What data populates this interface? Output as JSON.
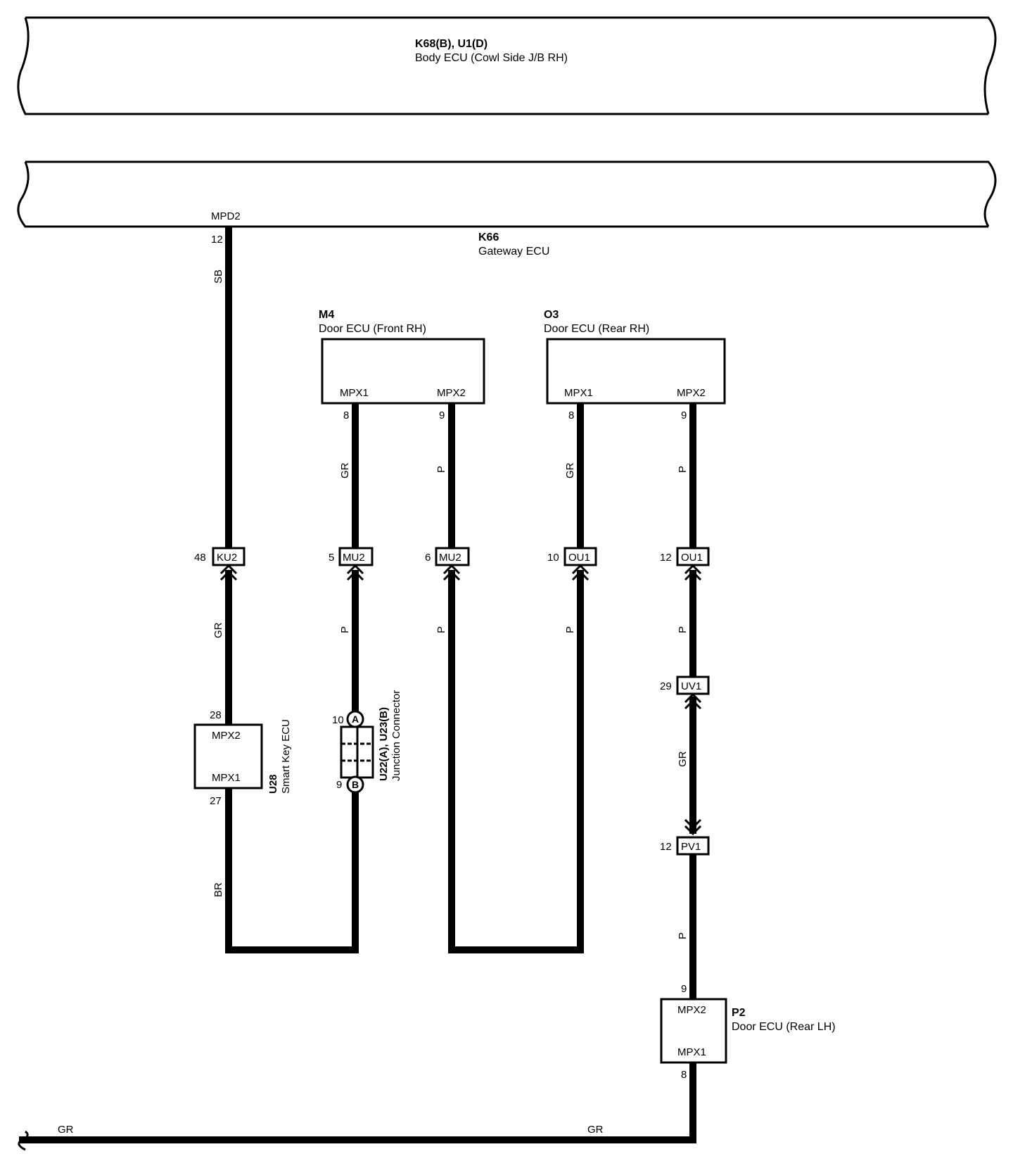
{
  "components": {
    "body_ecu": {
      "code": "K68(B), U1(D)",
      "name": "Body ECU (Cowl Side J/B RH)"
    },
    "gateway_ecu": {
      "code": "K66",
      "name": "Gateway ECU",
      "pin_name": "MPD2",
      "pin_no": "12"
    },
    "door_ecu_front_rh": {
      "code": "M4",
      "name": "Door ECU (Front RH)",
      "pin1_name": "MPX1",
      "pin1_no": "8",
      "pin2_name": "MPX2",
      "pin2_no": "9"
    },
    "door_ecu_rear_rh": {
      "code": "O3",
      "name": "Door ECU (Rear RH)",
      "pin1_name": "MPX1",
      "pin1_no": "8",
      "pin2_name": "MPX2",
      "pin2_no": "9"
    },
    "smart_key_ecu": {
      "code": "U28",
      "name": "Smart Key ECU",
      "pin_top_name": "MPX2",
      "pin_top_no": "28",
      "pin_bot_name": "MPX1",
      "pin_bot_no": "27"
    },
    "junction_connector": {
      "code": "U22(A), U23(B)",
      "name": "Junction Connector",
      "pin_a": "A",
      "pin_a_no": "10",
      "pin_b": "B",
      "pin_b_no": "9"
    },
    "door_ecu_rear_lh": {
      "code": "P2",
      "name": "Door ECU (Rear LH)",
      "pin_top_name": "MPX2",
      "pin_top_no": "9",
      "pin_bot_name": "MPX1",
      "pin_bot_no": "8"
    }
  },
  "connectors": [
    {
      "id": "KU2",
      "pin": "48"
    },
    {
      "id": "MU2",
      "pin": "5"
    },
    {
      "id": "MU2",
      "pin": "6"
    },
    {
      "id": "OU1",
      "pin": "10"
    },
    {
      "id": "OU1",
      "pin": "12"
    },
    {
      "id": "UV1",
      "pin": "29"
    },
    {
      "id": "PV1",
      "pin": "12"
    }
  ],
  "wire_colors": {
    "gateway_to_ku2": "SB",
    "ku2_to_smartkey": "GR",
    "smartkey_to_bottom": "BR",
    "m4_mpx1": "GR",
    "mu2_5_down": "P",
    "m4_mpx2": "P",
    "mu2_6_down": "P",
    "o3_mpx1": "GR",
    "ou1_10_down": "P",
    "o3_mpx2": "P",
    "ou1_12_down": "P",
    "uv1_down": "GR",
    "pv1_down": "P",
    "bottom_left": "GR",
    "bottom_mid": "GR"
  }
}
